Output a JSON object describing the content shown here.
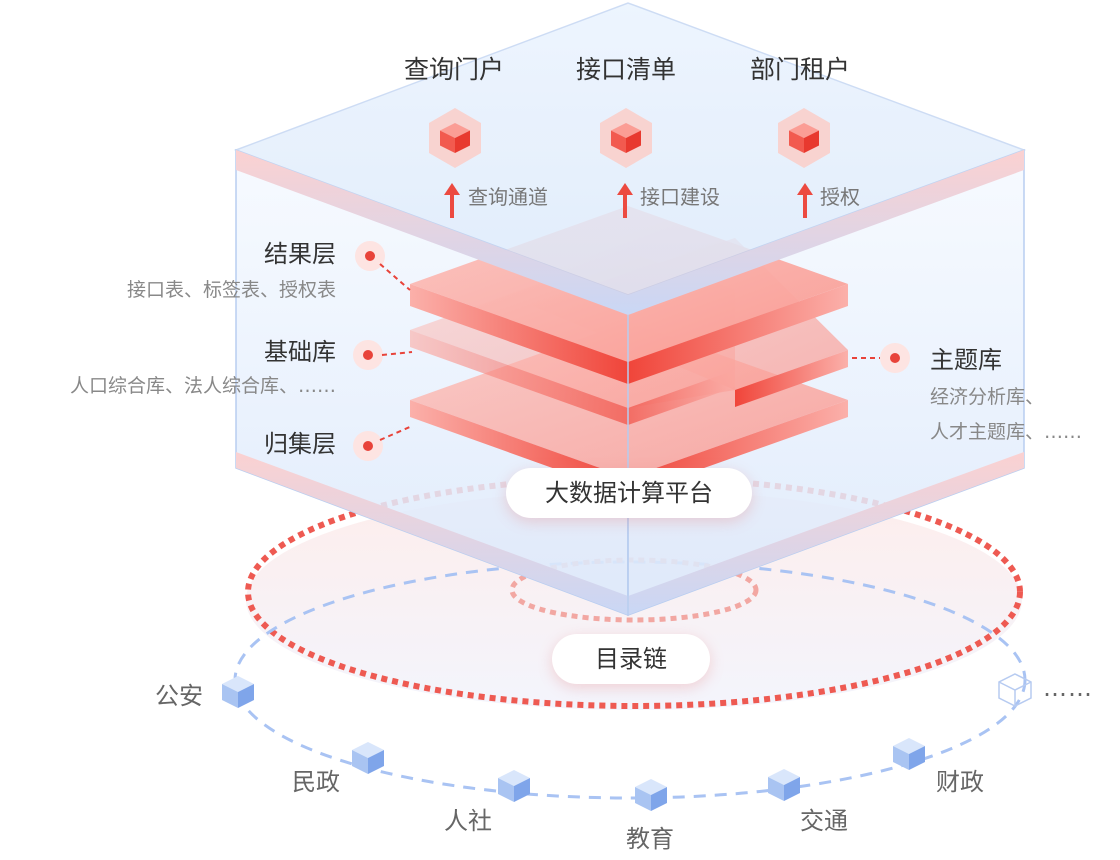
{
  "top": {
    "items": [
      {
        "title": "查询门户",
        "action": "查询通道"
      },
      {
        "title": "接口清单",
        "action": "接口建设"
      },
      {
        "title": "部门租户",
        "action": "授权"
      }
    ]
  },
  "layers": {
    "result": {
      "name": "结果层",
      "desc": "接口表、标签表、授权表"
    },
    "base": {
      "name": "基础库",
      "desc": "人口综合库、法人综合库、……"
    },
    "collect": {
      "name": "归集层"
    },
    "theme": {
      "name": "主题库",
      "desc_line1": "经济分析库、",
      "desc_line2": "人才主题库、……"
    }
  },
  "platform": {
    "label": "大数据计算平台"
  },
  "chain": {
    "label": "目录链"
  },
  "nodes": [
    "公安",
    "民政",
    "人社",
    "教育",
    "交通",
    "财政",
    "……"
  ],
  "colors": {
    "accent": "#f04a3e",
    "slab": "#f76b62",
    "node_blue": "#8fb4ef",
    "glass": "#e6f1fd"
  }
}
